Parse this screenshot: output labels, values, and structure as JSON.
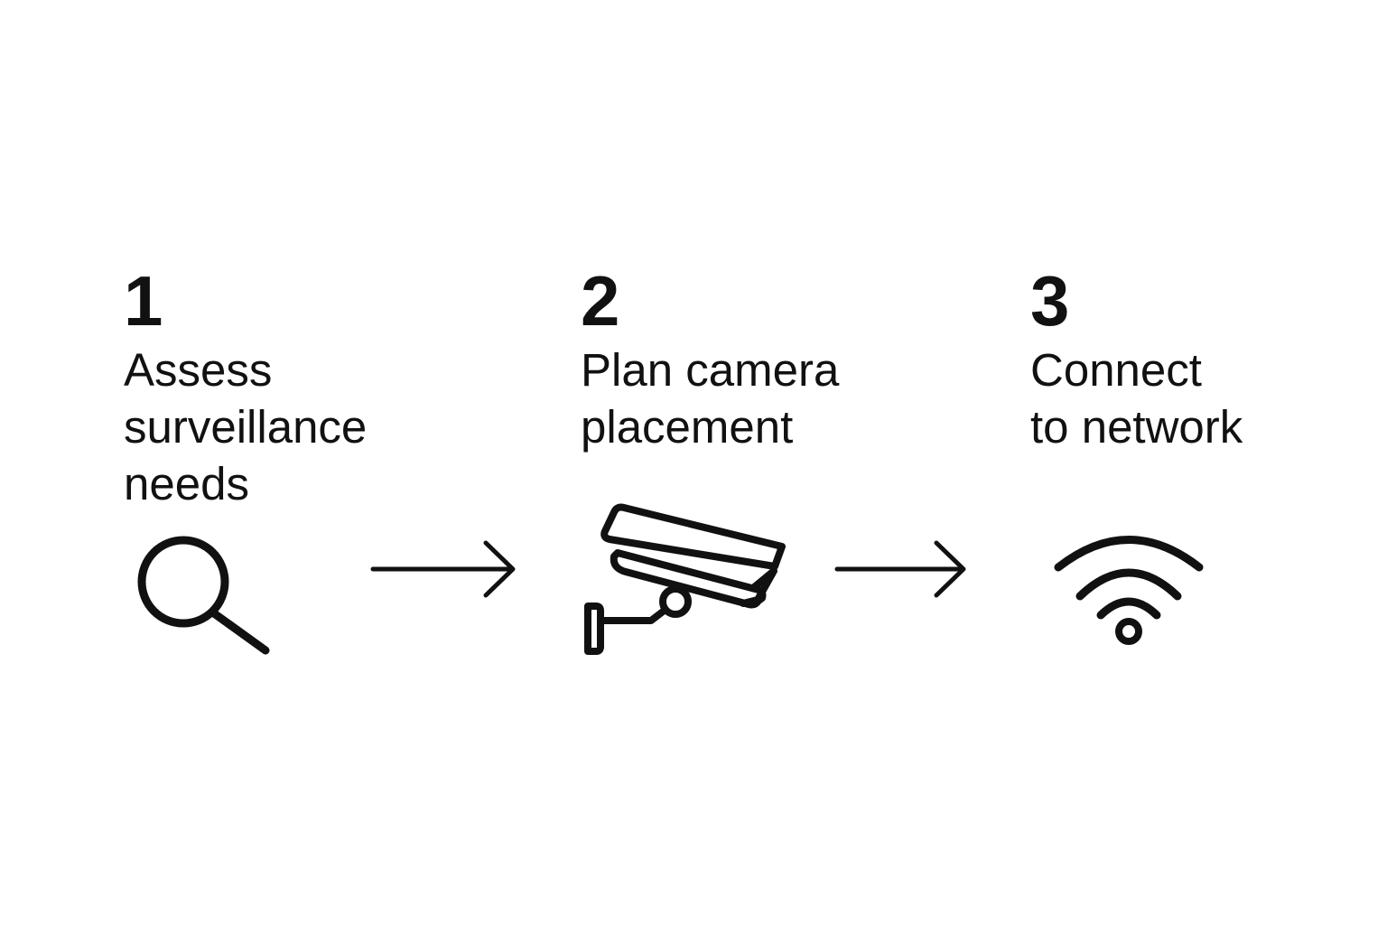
{
  "steps": [
    {
      "number": "1",
      "label": "Assess\nsurveillance\nneeds",
      "icon": "search-icon"
    },
    {
      "number": "2",
      "label": "Plan camera\nplacement",
      "icon": "security-camera-icon"
    },
    {
      "number": "3",
      "label": "Connect\nto network",
      "icon": "wifi-icon"
    }
  ],
  "connectors": [
    "arrow-right-icon",
    "arrow-right-icon"
  ],
  "colors": {
    "ink": "#111111",
    "background": "#ffffff"
  }
}
